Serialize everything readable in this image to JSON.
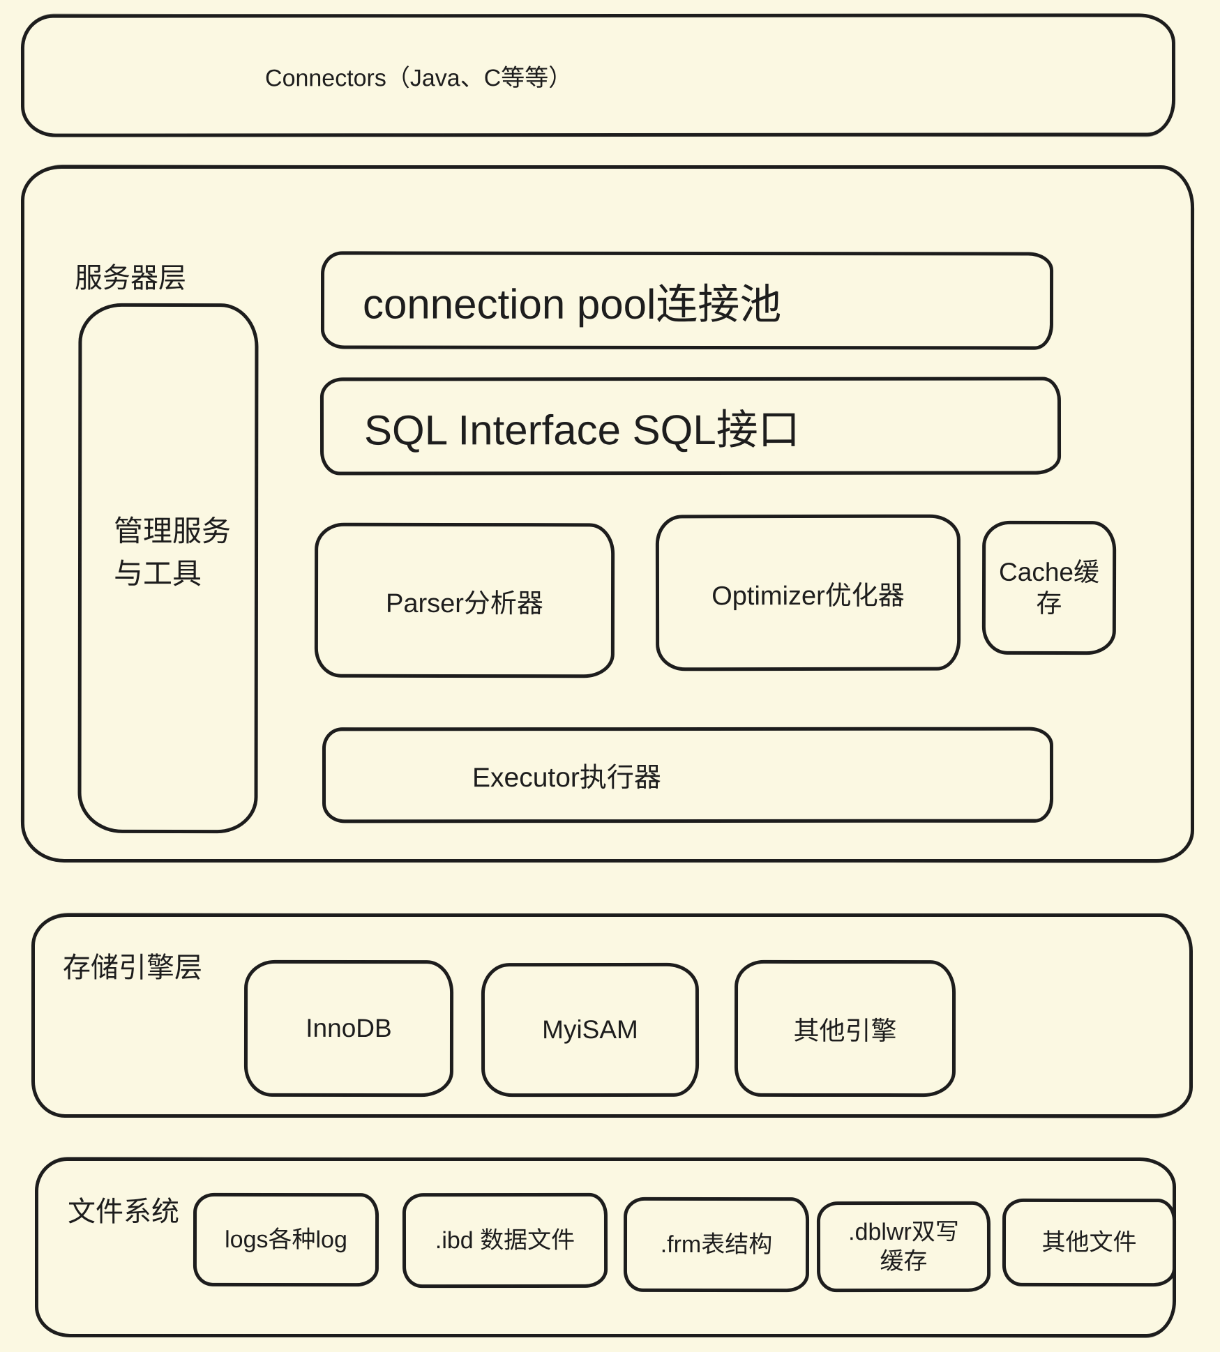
{
  "canvas": {
    "background": "#FBF8E2",
    "stroke": "#1d1d1d"
  },
  "connectors": {
    "label": "Connectors（Java、C等等）"
  },
  "server_layer": {
    "label": "服务器层",
    "management": {
      "label": "管理服务\n与工具"
    },
    "connection_pool": {
      "label": "connection pool连接池"
    },
    "sql_interface": {
      "label": "SQL Interface SQL接口"
    },
    "parser": {
      "label": "Parser分析器"
    },
    "optimizer": {
      "label": "Optimizer优化器"
    },
    "cache": {
      "label": "Cache缓\n存"
    },
    "executor": {
      "label": "Executor执行器"
    }
  },
  "storage_layer": {
    "label": "存储引擎层",
    "engines": [
      "InnoDB",
      "MyiSAM",
      "其他引擎"
    ]
  },
  "file_system": {
    "label": "文件系统",
    "files": [
      "logs各种log",
      ".ibd 数据文件",
      ".frm表结构",
      ".dblwr双写\n缓存",
      "其他文件"
    ]
  }
}
